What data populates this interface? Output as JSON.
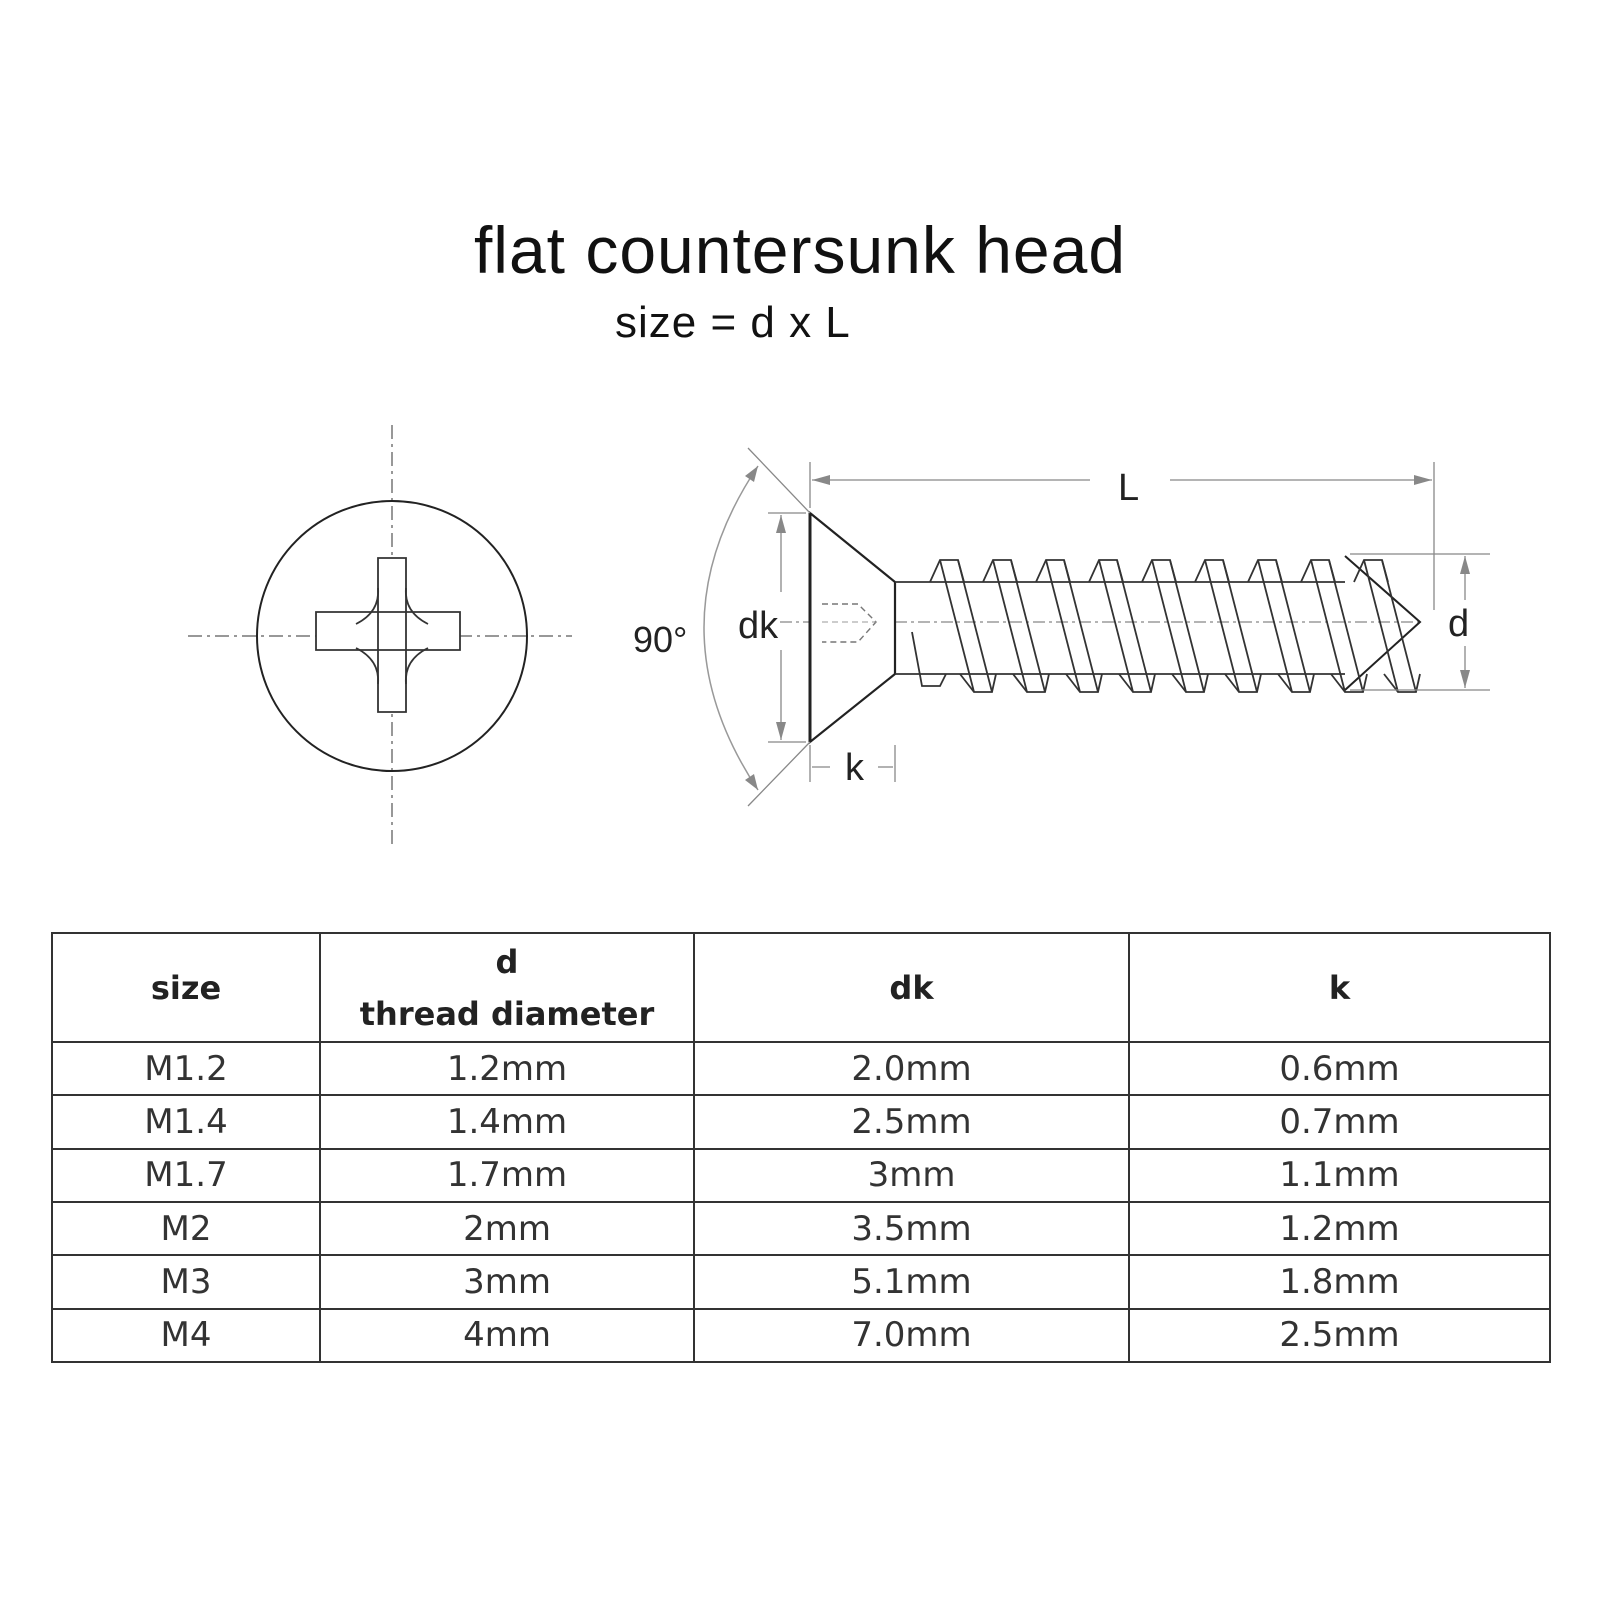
{
  "title": "flat countersunk head",
  "subtitle": "size = d x L",
  "labels": {
    "angle": "90°",
    "dk": "dk",
    "k": "k",
    "L": "L",
    "d": "d"
  },
  "table": {
    "headers": {
      "size": "size",
      "d_symbol": "d",
      "d_desc": "thread diameter",
      "dk": "dk",
      "k": "k"
    },
    "rows": [
      {
        "size": "M1.2",
        "d": "1.2mm",
        "dk": "2.0mm",
        "k": "0.6mm"
      },
      {
        "size": "M1.4",
        "d": "1.4mm",
        "dk": "2.5mm",
        "k": "0.7mm"
      },
      {
        "size": "M1.7",
        "d": "1.7mm",
        "dk": "3mm",
        "k": "1.1mm"
      },
      {
        "size": "M2",
        "d": "2mm",
        "dk": "3.5mm",
        "k": "1.2mm"
      },
      {
        "size": "M3",
        "d": "3mm",
        "dk": "5.1mm",
        "k": "1.8mm"
      },
      {
        "size": "M4",
        "d": "4mm",
        "dk": "7.0mm",
        "k": "2.5mm"
      }
    ]
  }
}
